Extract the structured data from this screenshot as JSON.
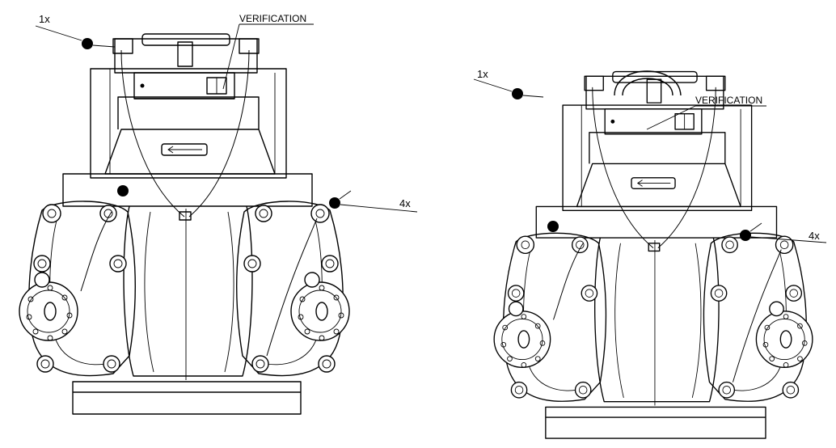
{
  "views": [
    {
      "id": "left",
      "labels": {
        "seal_count_top": "1x",
        "verification": "VERIFICATION",
        "seal_count_side": "4x"
      }
    },
    {
      "id": "right",
      "labels": {
        "seal_count_top": "1x",
        "verification": "VERIFICATION",
        "seal_count_side": "4x"
      }
    }
  ],
  "colors": {
    "line": "#000000",
    "background": "#ffffff"
  }
}
